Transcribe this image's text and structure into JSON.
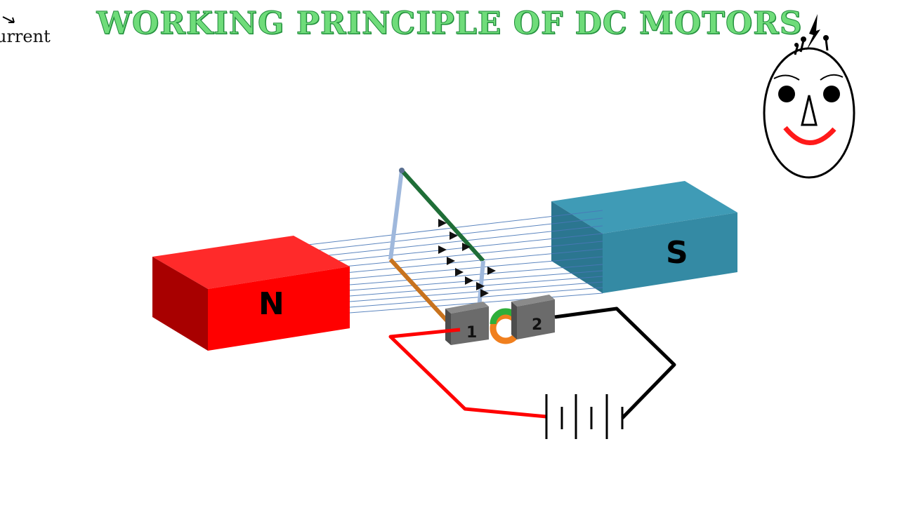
{
  "title": "WORKING PRINCIPLE  OF DC MOTORS",
  "corner_text": "urrent",
  "magnets": {
    "north": {
      "label": "N",
      "color": "#ff0000"
    },
    "south": {
      "label": "S",
      "color": "#348aa4"
    }
  },
  "brushes": {
    "left": "1",
    "right": "2"
  },
  "icons": [
    "current-arrow-icon",
    "clown-face-icon",
    "battery-icon"
  ],
  "colors": {
    "title_fill": "#6fdc7a",
    "wire_positive": "#ff0000",
    "wire_negative": "#000000",
    "field_lines": "#4a78b8"
  }
}
